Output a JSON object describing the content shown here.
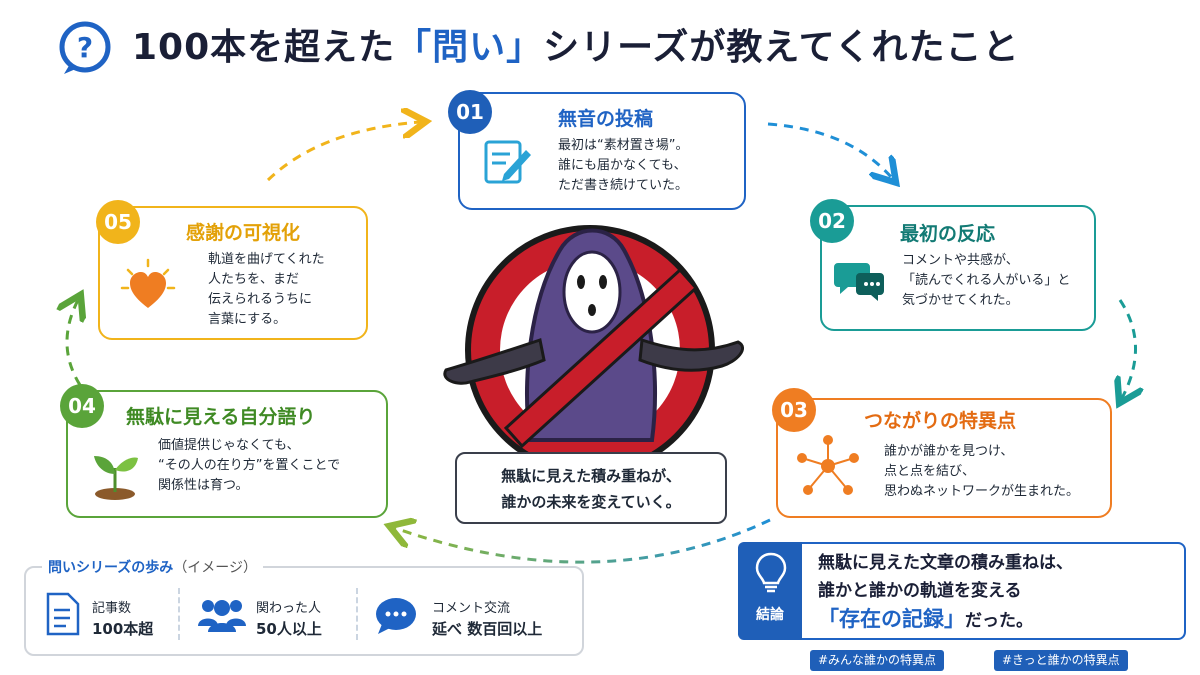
{
  "header": {
    "title_prefix": "100本を超えた",
    "title_highlight": "「問い」",
    "title_suffix": "シリーズが教えてくれたこと"
  },
  "colors": {
    "blue": "#1f63c4",
    "teal": "#1a9c96",
    "orange": "#ef7d22",
    "green": "#5aa43a",
    "yellow": "#f1b41b"
  },
  "steps": [
    {
      "number": "01",
      "title": "無音の投稿",
      "lines": [
        "最初は“素材置き場”。",
        "誰にも届かなくても、",
        "ただ書き続けていた。"
      ],
      "icon": "edit-note-icon"
    },
    {
      "number": "02",
      "title": "最初の反応",
      "lines": [
        "コメントや共感が、",
        "「読んでくれる人がいる」と",
        "気づかせてくれた。"
      ],
      "icon": "chat-bubbles-icon"
    },
    {
      "number": "03",
      "title": "つながりの特異点",
      "lines": [
        "誰かが誰かを見つけ、",
        "点と点を結び、",
        "思わぬネットワークが生まれた。"
      ],
      "icon": "network-icon"
    },
    {
      "number": "04",
      "title": "無駄に見える自分語り",
      "lines": [
        "価値提供じゃなくても、",
        "“その人の在り方”を置くことで",
        "関係性は育つ。"
      ],
      "icon": "sprout-icon"
    },
    {
      "number": "05",
      "title": "感謝の可視化",
      "lines": [
        "軌道を曲げてくれた",
        "人たちを、まだ",
        "伝えられるうちに",
        "言葉にする。"
      ],
      "icon": "heart-icon"
    }
  ],
  "center": {
    "caption_lines": [
      "無駄に見えた積み重ねが、",
      "誰かの未来を変えていく。"
    ]
  },
  "summary": {
    "title": "問いシリーズの歩み",
    "subtitle": "（イメージ）",
    "stats": [
      {
        "label": "記事数",
        "value": "100本超",
        "icon": "document-icon"
      },
      {
        "label": "関わった人",
        "value": "50人以上",
        "icon": "people-icon"
      },
      {
        "label": "コメント交流",
        "value": "延べ 数百回以上",
        "icon": "comment-icon"
      }
    ]
  },
  "conclusion": {
    "label": "結論",
    "line1": "無駄に見えた文章の積み重ねは、",
    "line2": "誰かと誰かの軌道を変える",
    "line3_highlight": "「存在の記録」",
    "line3_suffix": "だった。",
    "icon": "lightbulb-icon"
  },
  "tags": [
    "#みんな誰かの特異点",
    "#きっと誰かの特異点"
  ]
}
